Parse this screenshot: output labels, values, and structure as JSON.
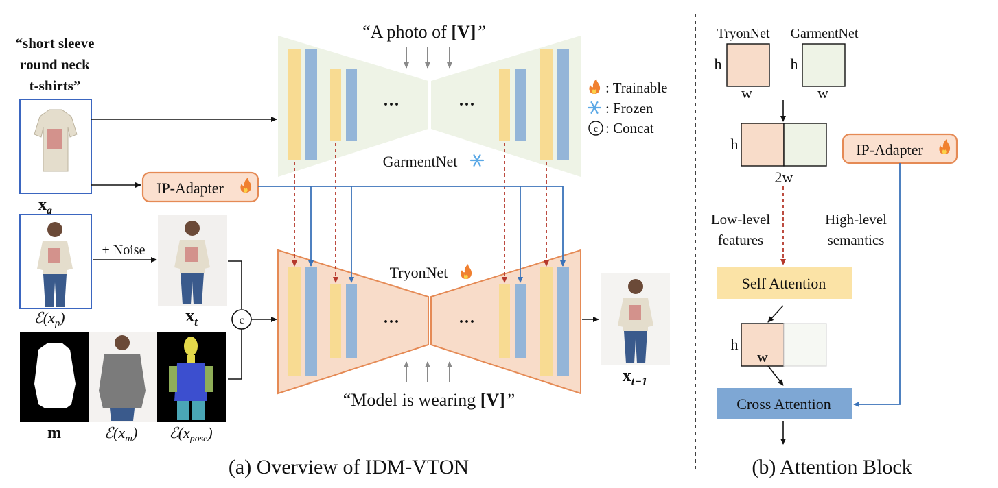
{
  "prompts": {
    "text_prompt_left": "“short sleeve",
    "text_prompt_mid": "round neck",
    "text_prompt_right": "t-shirts”",
    "garment_prompt_pre": "“A photo of ",
    "garment_prompt_token": "[V]",
    "garment_prompt_post": "”",
    "tryon_prompt_pre": "“Model is wearing ",
    "tryon_prompt_token": "[V]",
    "tryon_prompt_post": "”"
  },
  "legend": {
    "trainable": ": Trainable",
    "frozen": ": Frozen",
    "concat": ": Concat",
    "concat_symbol": "c"
  },
  "blocks": {
    "garmentnet": "GarmentNet",
    "tryonnet": "TryonNet",
    "ip_adapter": "IP-Adapter",
    "ellipsis": "···",
    "noise": "+ Noise",
    "concat_symbol": "c"
  },
  "inputs": {
    "xg": "x",
    "xg_sub": "g",
    "xp": "ℰ(x",
    "xp_sub": "p",
    "xp_close": ")",
    "xt": "x",
    "xt_sub": "t",
    "m": "m",
    "xm": "ℰ(x",
    "xm_sub": "m",
    "xm_close": ")",
    "xpose": "ℰ(x",
    "xpose_sub": "pose",
    "xpose_close": ")",
    "xt1": "x",
    "xt1_sub": "t−1"
  },
  "attention": {
    "tryonnet": "TryonNet",
    "garmentnet": "GarmentNet",
    "h": "h",
    "w": "w",
    "two_w": "2w",
    "low_level_1": "Low-level",
    "low_level_2": "features",
    "high_level_1": "High-level",
    "high_level_2": "semantics",
    "self_attention": "Self Attention",
    "cross_attention": "Cross Attention",
    "ip_adapter": "IP-Adapter"
  },
  "captions": {
    "a": "(a) Overview of IDM-VTON",
    "b": "(b) Attention Block"
  },
  "colors": {
    "garment_bg": "#eef3e6",
    "tryon_bg": "#f8dcc9",
    "tryon_border": "#e58a55",
    "yellow_bar": "#f8db92",
    "blue_bar": "#94b5d8",
    "red_arrow": "#b5382c",
    "blue_arrow": "#3b73b9",
    "self_attn": "#fbe3a6",
    "cross_attn": "#7ea7d4",
    "ip_fill": "#fbe0cf"
  }
}
